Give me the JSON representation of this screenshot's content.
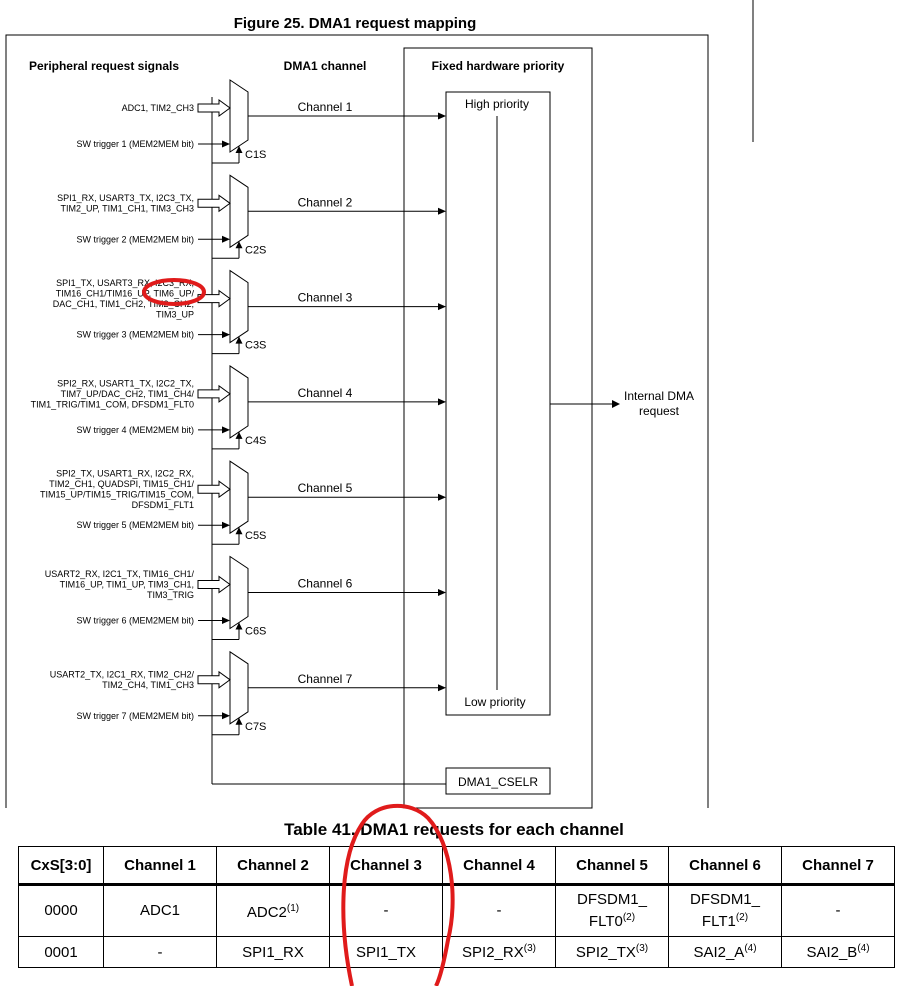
{
  "figure": {
    "title": "Figure 25. DMA1 request mapping",
    "col_peripheral": "Peripheral request signals",
    "col_channel": "DMA1 channel",
    "col_priority": "Fixed hardware priority",
    "high_priority": "High priority",
    "low_priority": "Low priority",
    "output_label_1": "Internal DMA",
    "output_label_2": "request",
    "cselr": "DMA1_CSELR",
    "channels": [
      {
        "name": "Channel 1",
        "mux": "C1S",
        "signals": [
          "ADC1, TIM2_CH3"
        ],
        "sw": "SW trigger 1 (MEM2MEM bit)"
      },
      {
        "name": "Channel 2",
        "mux": "C2S",
        "signals": [
          "SPI1_RX, USART3_TX, I2C3_TX,",
          "TIM2_UP, TIM1_CH1, TIM3_CH3"
        ],
        "sw": "SW trigger 2 (MEM2MEM bit)"
      },
      {
        "name": "Channel 3",
        "mux": "C3S",
        "signals": [
          "SPI1_TX, USART3_RX, I2C3_RX,",
          "TIM16_CH1/TIM16_UP, TIM6_UP/",
          "DAC_CH1, TIM1_CH2, TIM2_CH2,",
          "TIM3_UP"
        ],
        "sw": "SW trigger 3 (MEM2MEM bit)"
      },
      {
        "name": "Channel 4",
        "mux": "C4S",
        "signals": [
          "SPI2_RX, USART1_TX, I2C2_TX,",
          "TIM7_UP/DAC_CH2, TIM1_CH4/",
          "TIM1_TRIG/TIM1_COM, DFSDM1_FLT0"
        ],
        "sw": "SW trigger 4 (MEM2MEM bit)"
      },
      {
        "name": "Channel 5",
        "mux": "C5S",
        "signals": [
          "SPI2_TX, USART1_RX, I2C2_RX,",
          "TIM2_CH1, QUADSPI, TIM15_CH1/",
          "TIM15_UP/TIM15_TRIG/TIM15_COM,",
          "DFSDM1_FLT1"
        ],
        "sw": "SW trigger 5 (MEM2MEM bit)"
      },
      {
        "name": "Channel 6",
        "mux": "C6S",
        "signals": [
          "USART2_RX, I2C1_TX, TIM16_CH1/",
          "TIM16_UP, TIM1_UP, TIM3_CH1,",
          "TIM3_TRIG"
        ],
        "sw": "SW trigger 6 (MEM2MEM bit)"
      },
      {
        "name": "Channel 7",
        "mux": "C7S",
        "signals": [
          "USART2_TX, I2C1_RX, TIM2_CH2/",
          "TIM2_CH4, TIM1_CH3"
        ],
        "sw": "SW trigger 7 (MEM2MEM bit)"
      }
    ]
  },
  "table": {
    "title": "Table 41. DMA1 requests for each channel",
    "headers": [
      "CxS[3:0]",
      "Channel 1",
      "Channel 2",
      "Channel 3",
      "Channel 4",
      "Channel 5",
      "Channel 6",
      "Channel 7"
    ],
    "row1": {
      "cxs": "0000",
      "ch1": "ADC1",
      "ch2": "ADC2",
      "ch2_note": "(1)",
      "ch3": "-",
      "ch4": "-",
      "ch5_a": "DFSDM1_",
      "ch5_b": "FLT0",
      "ch5_note": "(2)",
      "ch6_a": "DFSDM1_",
      "ch6_b": "FLT1",
      "ch6_note": "(2)",
      "ch7": "-"
    },
    "row2": {
      "cxs": "0001",
      "ch1": "-",
      "ch2": "SPI1_RX",
      "ch3": "SPI1_TX",
      "ch4": "SPI2_RX",
      "ch4_note": "(3)",
      "ch5": "SPI2_TX",
      "ch5_note": "(3)",
      "ch6": "SAI2_A",
      "ch6_note": "(4)",
      "ch7": "SAI2_B",
      "ch7_note": "(4)"
    }
  },
  "colors": {
    "annotation": "#e01b1b",
    "line": "#000000"
  }
}
